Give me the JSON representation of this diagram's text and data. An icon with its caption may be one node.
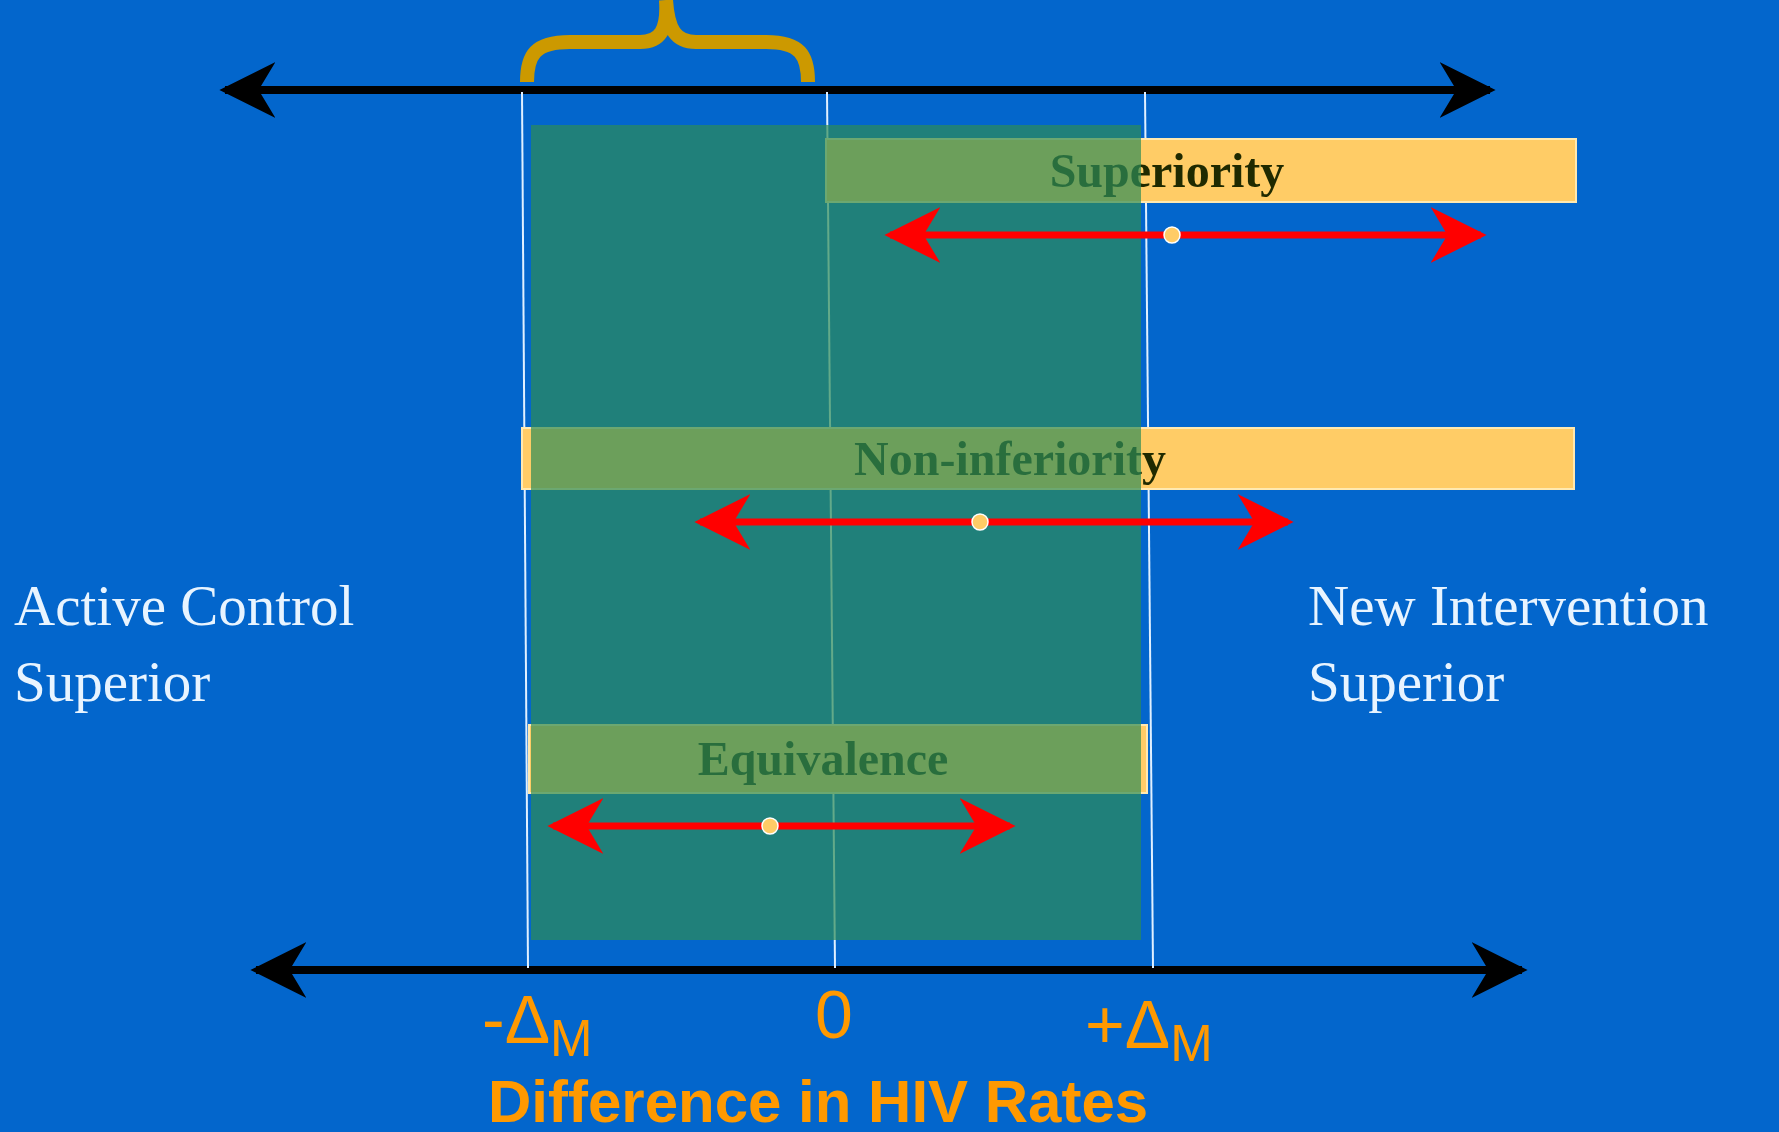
{
  "diagram": {
    "nodes": [
      {
        "text": [
          "Superiority"
        ]
      },
      {
        "text": [
          "Non-inferiority"
        ]
      },
      {
        "text": [
          "Equivalence"
        ]
      }
    ],
    "labels": [
      "Active Control Superior",
      "New Intervention Superior",
      "-Δ$_{M}$",
      "0",
      "+Δ$_{M}$",
      "Difference in HIV Rates"
    ]
  }
}
